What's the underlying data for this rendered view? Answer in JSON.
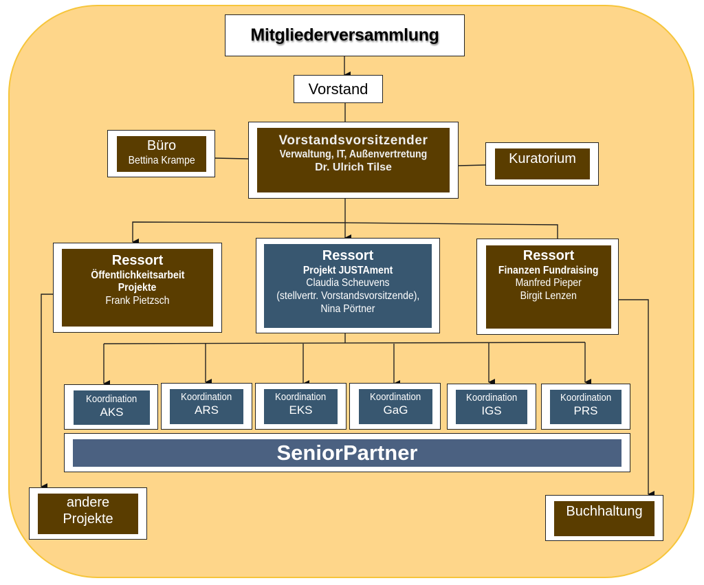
{
  "title": "Organigramm",
  "colors": {
    "background": "#fed68a",
    "background_border": "#f6c53a",
    "brown": "#5a3d00",
    "blue": "#385770",
    "slate": "#4b6181",
    "connector": "#222222"
  },
  "nodes": {
    "mitgliederversammlung": {
      "label": "Mitgliederversammlung"
    },
    "vorstand": {
      "label": "Vorstand"
    },
    "vorsitzender": {
      "title": "Vorstandsvorsitzender",
      "subtitle": "Verwaltung, IT, Außenvertretung",
      "person": "Dr. Ulrich Tilse"
    },
    "buero": {
      "title": "Büro",
      "person": "Bettina Krampe"
    },
    "kuratorium": {
      "title": "Kuratorium"
    },
    "ressort_oeffentlichkeit": {
      "title": "Ressort",
      "line1": "Öffentlichkeitsarbeit",
      "line2": "Projekte",
      "person": "Frank Pietzsch"
    },
    "ressort_justament": {
      "title": "Ressort",
      "line1": "Projekt JUSTAment",
      "person1": "Claudia Scheuvens",
      "role": "(stellvertr. Vorstandsvorsitzende),",
      "person2": "Nina Pörtner"
    },
    "ressort_finanzen": {
      "title": "Ressort",
      "line1": "Finanzen Fundraising",
      "person1": "Manfred Pieper",
      "person2": "Birgit Lenzen"
    },
    "koordination": [
      {
        "label": "Koordination",
        "code": "AKS"
      },
      {
        "label": "Koordination",
        "code": "ARS"
      },
      {
        "label": "Koordination",
        "code": "EKS"
      },
      {
        "label": "Koordination",
        "code": "GaG"
      },
      {
        "label": "Koordination",
        "code": "IGS"
      },
      {
        "label": "Koordination",
        "code": "PRS"
      }
    ],
    "seniorpartner": {
      "label": "SeniorPartner"
    },
    "andere_projekte": {
      "line1": "andere",
      "line2": "Projekte"
    },
    "buchhaltung": {
      "label": "Buchhaltung"
    }
  }
}
